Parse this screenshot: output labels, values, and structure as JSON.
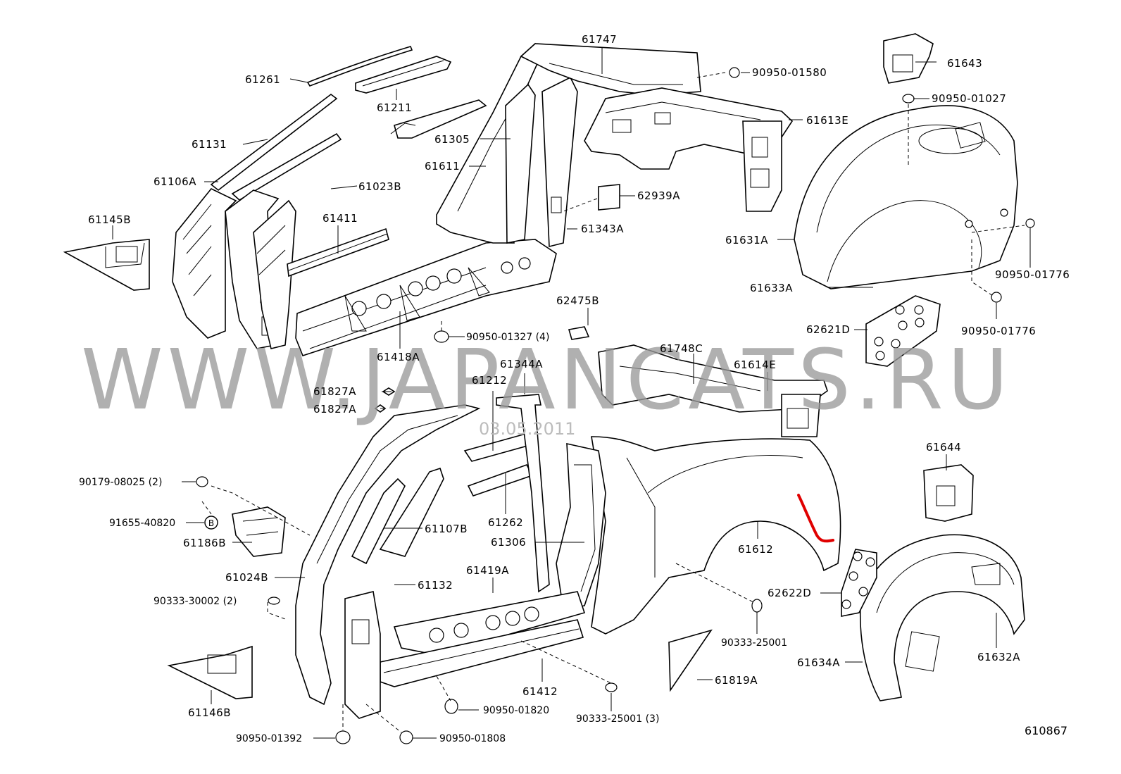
{
  "watermark": "WWW.JAPANCATS.RU",
  "date_stamp": "03.05.2011",
  "diagram_id": "610867",
  "circle_mark": "B",
  "labels": {
    "p61261": "61261",
    "p61211": "61211",
    "p61747": "61747",
    "p90950_01580": "90950-01580",
    "p61643": "61643",
    "p61131": "61131",
    "p61305": "61305",
    "p61613e": "61613E",
    "p90950_01027": "90950-01027",
    "p61106a": "61106A",
    "p61023b": "61023B",
    "p61611": "61611",
    "p62939a": "62939A",
    "p61145b": "61145B",
    "p61411": "61411",
    "p61343a": "61343A",
    "p61631a": "61631A",
    "p90950_01776a": "90950-01776",
    "p61633a": "61633A",
    "p62475b": "62475B",
    "p90950_01776b": "90950-01776",
    "p62621d": "62621D",
    "p90950_01327": "90950-01327 (4)",
    "p61418a": "61418A",
    "p61748c": "61748C",
    "p61344a": "61344A",
    "p61614e": "61614E",
    "p61827a_1": "61827A",
    "p61212": "61212",
    "p61827a_2": "61827A",
    "p61644": "61644",
    "p90179_08025": "90179-08025 (2)",
    "p61262": "61262",
    "p91655_40820": "91655-40820",
    "p61107b": "61107B",
    "p61186b": "61186B",
    "p61306": "61306",
    "p61612": "61612",
    "p61419a": "61419A",
    "p61024b": "61024B",
    "p61132": "61132",
    "p62622d": "62622D",
    "p90333_30002": "90333-30002 (2)",
    "p90333_25001a": "90333-25001",
    "p61634a": "61634A",
    "p61632a": "61632A",
    "p61819a": "61819A",
    "p61412": "61412",
    "p61146b": "61146B",
    "p90950_01820": "90950-01820",
    "p90333_25001b": "90333-25001 (3)",
    "p90950_01392": "90950-01392",
    "p90950_01808": "90950-01808"
  },
  "colors": {
    "line": "#000000",
    "highlight": "#e00000",
    "watermark": "#9a9a9a"
  }
}
